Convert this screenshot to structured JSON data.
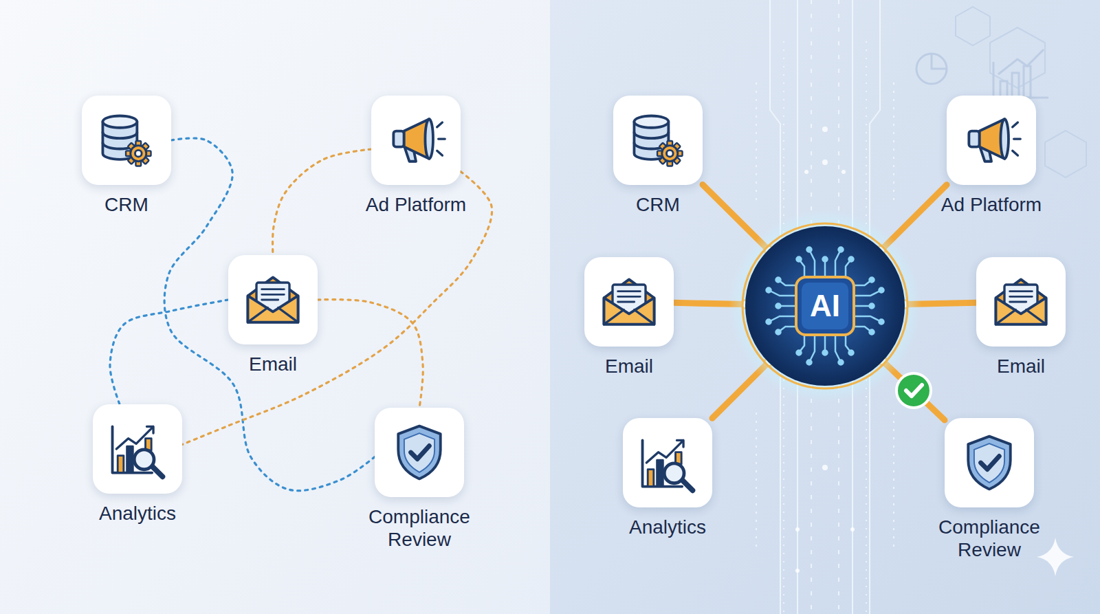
{
  "diagram": {
    "nodes": [
      {
        "text": [
          "CRM"
        ]
      },
      {
        "text": [
          "Ad Platform"
        ]
      },
      {
        "text": [
          "Email"
        ]
      },
      {
        "text": [
          "Analytics"
        ]
      },
      {
        "text": [
          "Compliance Review"
        ]
      },
      {
        "text": [
          "CRM"
        ]
      },
      {
        "text": [
          "Ad Platform"
        ]
      },
      {
        "text": [
          "Email"
        ]
      },
      {
        "text": [
          "AI"
        ]
      },
      {
        "text": [
          "Email"
        ]
      },
      {
        "text": [
          "Analytics"
        ]
      },
      {
        "text": [
          "Compliance Review"
        ]
      }
    ],
    "edges": [
      {
        "from": 0,
        "to": 4,
        "arrow": "none"
      },
      {
        "from": 2,
        "to": 3,
        "arrow": "none"
      },
      {
        "from": 1,
        "to": 2,
        "arrow": "none"
      },
      {
        "from": 1,
        "to": 3,
        "arrow": "none"
      },
      {
        "from": 2,
        "to": 4,
        "arrow": "none"
      },
      {
        "from": 5,
        "to": 8,
        "arrow": "none"
      },
      {
        "from": 6,
        "to": 8,
        "arrow": "none"
      },
      {
        "from": 7,
        "to": 8,
        "arrow": "none"
      },
      {
        "from": 9,
        "to": 8,
        "arrow": "none"
      },
      {
        "from": 10,
        "to": 8,
        "arrow": "none"
      },
      {
        "from": 11,
        "to": 8,
        "arrow": "none"
      }
    ]
  }
}
